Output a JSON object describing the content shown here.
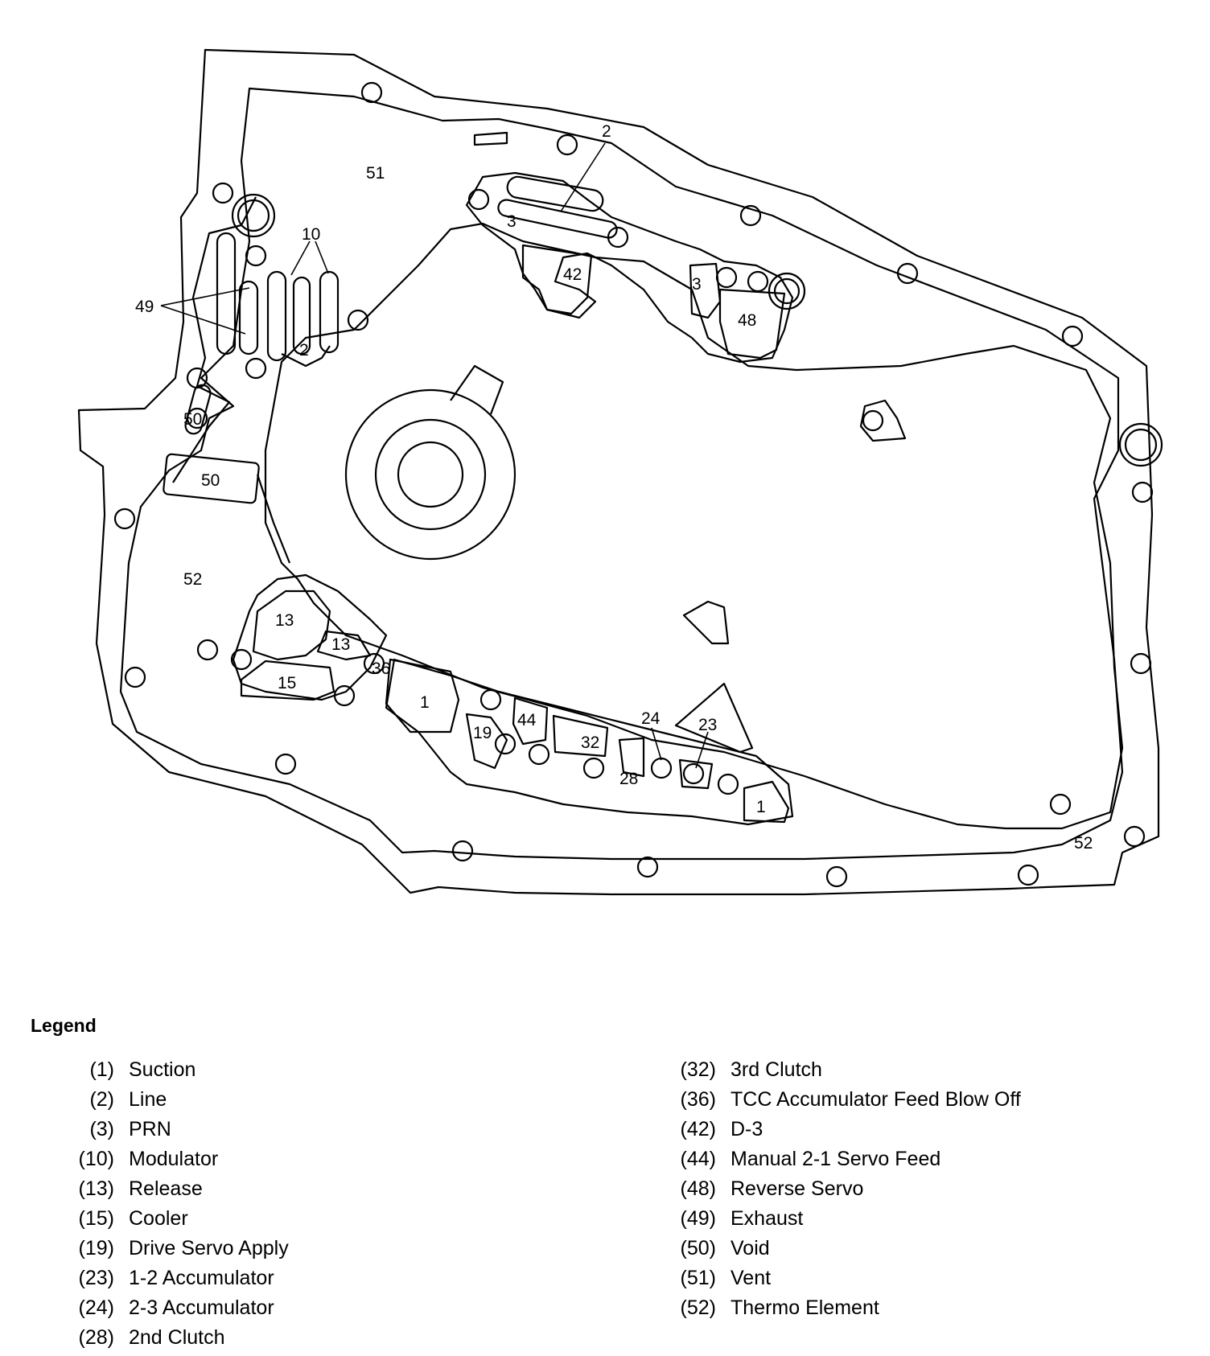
{
  "diagram_labels": {
    "vent": "51",
    "line_top": "2",
    "prn_top": "3",
    "modulator": "10",
    "exhaust": "49",
    "line_small": "2",
    "d3": "42",
    "prn_right": "3",
    "reverse_servo": "48",
    "void_small": "50",
    "void_box": "50",
    "thermo_left": "52",
    "release_big": "13",
    "release_small": "13",
    "tcc_feed": "36",
    "cooler": "15",
    "suction_left": "1",
    "drive_servo": "19",
    "manual_servo": "44",
    "third_clutch": "32",
    "second_clutch": "28",
    "accum_23": "24",
    "accum_12": "23",
    "suction_right": "1",
    "thermo_right": "52"
  },
  "legend": {
    "title": "Legend",
    "left": [
      {
        "code": "(1)",
        "name": "Suction"
      },
      {
        "code": "(2)",
        "name": "Line"
      },
      {
        "code": "(3)",
        "name": "PRN"
      },
      {
        "code": "(10)",
        "name": "Modulator"
      },
      {
        "code": "(13)",
        "name": "Release"
      },
      {
        "code": "(15)",
        "name": "Cooler"
      },
      {
        "code": "(19)",
        "name": "Drive Servo Apply"
      },
      {
        "code": "(23)",
        "name": "1-2 Accumulator"
      },
      {
        "code": "(24)",
        "name": "2-3 Accumulator"
      },
      {
        "code": "(28)",
        "name": "2nd Clutch"
      }
    ],
    "right": [
      {
        "code": "(32)",
        "name": "3rd Clutch"
      },
      {
        "code": "(36)",
        "name": "TCC Accumulator Feed Blow Off"
      },
      {
        "code": "(42)",
        "name": "D-3"
      },
      {
        "code": "(44)",
        "name": "Manual 2-1 Servo Feed"
      },
      {
        "code": "(48)",
        "name": "Reverse Servo"
      },
      {
        "code": "(49)",
        "name": "Exhaust"
      },
      {
        "code": "(50)",
        "name": "Void"
      },
      {
        "code": "(51)",
        "name": "Vent"
      },
      {
        "code": "(52)",
        "name": "Thermo Element"
      }
    ]
  }
}
